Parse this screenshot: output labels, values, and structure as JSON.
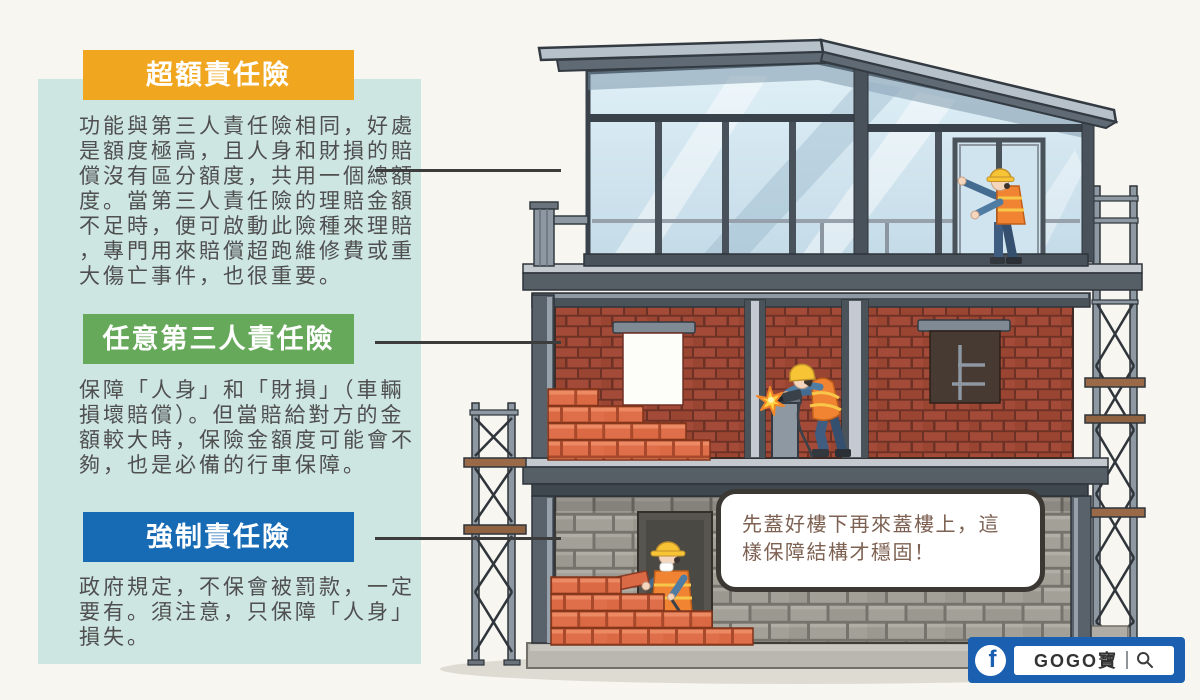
{
  "page": {
    "background": "#f8f6f1"
  },
  "panel": {
    "background": "#cde6e2",
    "sections": [
      {
        "title": "超額責任險",
        "color": "#f0a71f",
        "body": "功能與第三人責任險相同，好處是額度極高，且人身和財損的賠償沒有區分額度，共用一個總額度。當第三人責任險的理賠金額不足時，便可啟動此險種來理賠，專門用來賠償超跑維修費或重大傷亡事件，也很重要。"
      },
      {
        "title": "任意第三人責任險",
        "color": "#67a95b",
        "body": "保障「人身」和「財損」（車輛損壞賠償）。但當賠給對方的金額較大時，保險金額度可能會不夠，也是必備的行車保障。"
      },
      {
        "title": "強制責任險",
        "color": "#176bb5",
        "body": "政府規定，不保會被罰款，一定要有。須注意，只保障「人身」損失。"
      }
    ]
  },
  "speech_bubble": {
    "text": "先蓋好樓下再來蓋樓上，這樣保障結構才穩固！",
    "text_color": "#7d6152"
  },
  "footer_badge": {
    "brand": "GOGO寶",
    "fb_letter": "f",
    "background": "#1a5fb0",
    "fb_blue": "#1a5fb0"
  }
}
